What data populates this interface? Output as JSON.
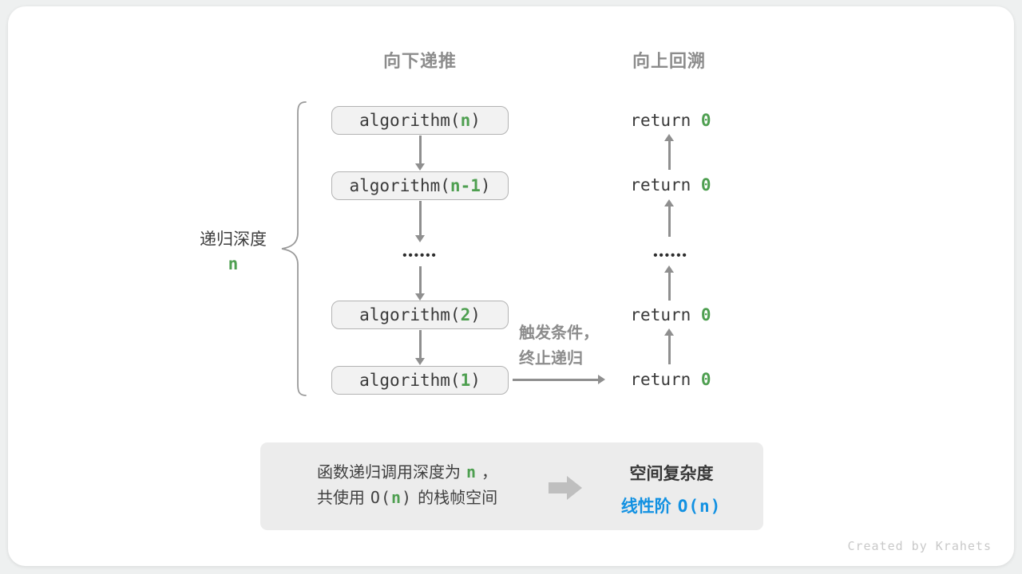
{
  "headers": {
    "left": "向下递推",
    "right": "向上回溯"
  },
  "depth_label": {
    "text": "递归深度",
    "value": "n"
  },
  "stack": {
    "calls": [
      {
        "fn": "algorithm(",
        "arg": "n",
        "close": ")"
      },
      {
        "fn": "algorithm(",
        "arg": "n-1",
        "close": ")"
      },
      {
        "fn": "algorithm(",
        "arg": "2",
        "close": ")"
      },
      {
        "fn": "algorithm(",
        "arg": "1",
        "close": ")"
      }
    ],
    "ellipsis": "••••••"
  },
  "returns": {
    "rows": [
      {
        "text": "return",
        "value": "0"
      },
      {
        "text": "return",
        "value": "0"
      },
      {
        "text": "return",
        "value": "0"
      },
      {
        "text": "return",
        "value": "0"
      }
    ],
    "ellipsis": "••••••"
  },
  "base_case_note": {
    "line1": "触发条件，",
    "line2": "终止递归"
  },
  "summary": {
    "left_line1": {
      "pre": "函数递归调用深度为",
      "n": "n",
      "post": "，"
    },
    "left_line2": {
      "pre": "共使用",
      "code_open": "O(",
      "n": "n",
      "code_close": ")",
      "post": "的栈帧空间"
    },
    "right_title": "空间复杂度",
    "right_result": {
      "pre": "线性阶",
      "code_open": "O(",
      "n": "n",
      "code_close": ")"
    }
  },
  "footer": {
    "credit": "Created by Krahets"
  },
  "colors": {
    "accent_green": "#4e9f50",
    "accent_blue": "#1291e2",
    "gray_text": "#8c8c8c",
    "box_fill": "#f2f2f2",
    "box_border": "#b3b3b3",
    "summary_fill": "#ececec"
  }
}
